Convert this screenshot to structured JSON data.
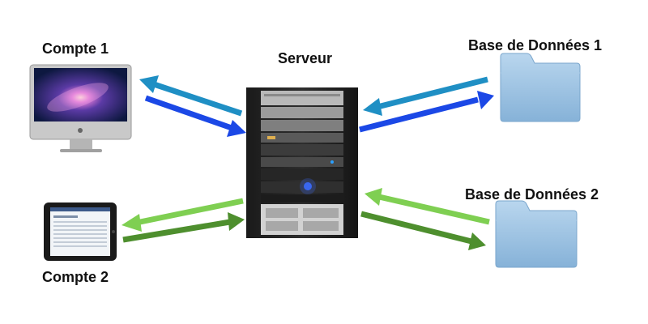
{
  "labels": {
    "server": "Serveur",
    "account1": "Compte 1",
    "account2": "Compte 2",
    "db1": "Base de Données 1",
    "db2": "Base de Données 2"
  },
  "colors": {
    "arrow_blue_light": "#1f8fc4",
    "arrow_blue_dark": "#1b48e6",
    "arrow_green_light": "#7fcf52",
    "arrow_green_dark": "#4e8f2e",
    "folder": "#9fc4e2"
  },
  "nodes": {
    "account1": "imac-computer-icon",
    "account2": "ipad-tablet-icon",
    "server": "server-rack-icon",
    "db1": "folder-icon",
    "db2": "folder-icon"
  }
}
